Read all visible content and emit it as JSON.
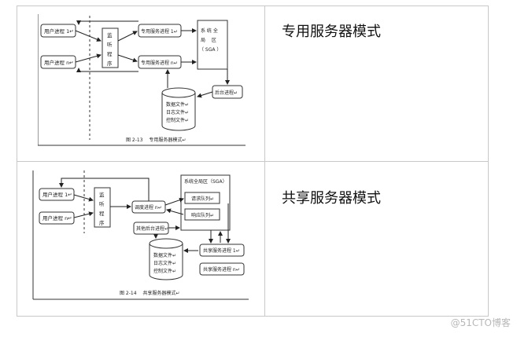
{
  "table": {
    "rows": [
      {
        "caption": "专用服务器模式",
        "figure": {
          "label": "图 2-13　 专用服务器模式↵",
          "user1": "用户进程 1↵",
          "usern": "用户进程 n↵",
          "listener": [
            "监",
            "听",
            "程",
            "序"
          ],
          "server1": "专用服务进程 1↵",
          "servern": "专用服务进程 n↵",
          "sga": [
            "系 统 全",
            "局　 区",
            "（ SGA ）"
          ],
          "background": "后台进程↵",
          "files": [
            "数据文件↵",
            "日志文件↵",
            "控制文件↵"
          ]
        }
      },
      {
        "caption": "共享服务器模式",
        "figure": {
          "label": "图 2-14　 共享服务器模式↵",
          "user1": "用户进程 1↵",
          "usern": "用户进程 n↵",
          "listener": [
            "监",
            "听",
            "程",
            "序"
          ],
          "dispatcher": "调度进程 n↵",
          "sga": "系统全局区（SGA）",
          "request_queue": "请求队列↵",
          "response_queue": "响应队列↵",
          "other_bg": "其他后台进程↵",
          "files": [
            "数据文件↵",
            "日志文件↵",
            "控制文件↵"
          ],
          "shared1": "共享服务进程 1↵",
          "sharedn": "共享服务进程 n↵"
        }
      }
    ]
  },
  "watermark": "@51CTO博客"
}
